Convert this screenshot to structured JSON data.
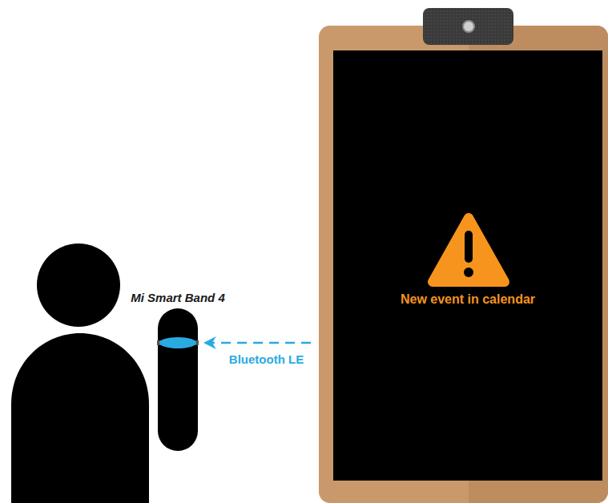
{
  "diagram": {
    "nodes": [
      {
        "text": [
          "Mi Smart Band 4"
        ]
      },
      {
        "text": [
          "New event in calendar"
        ]
      }
    ],
    "edges": [
      {
        "from": 1,
        "to": 0,
        "arrow": "to",
        "label": "Bluetooth LE"
      }
    ]
  }
}
